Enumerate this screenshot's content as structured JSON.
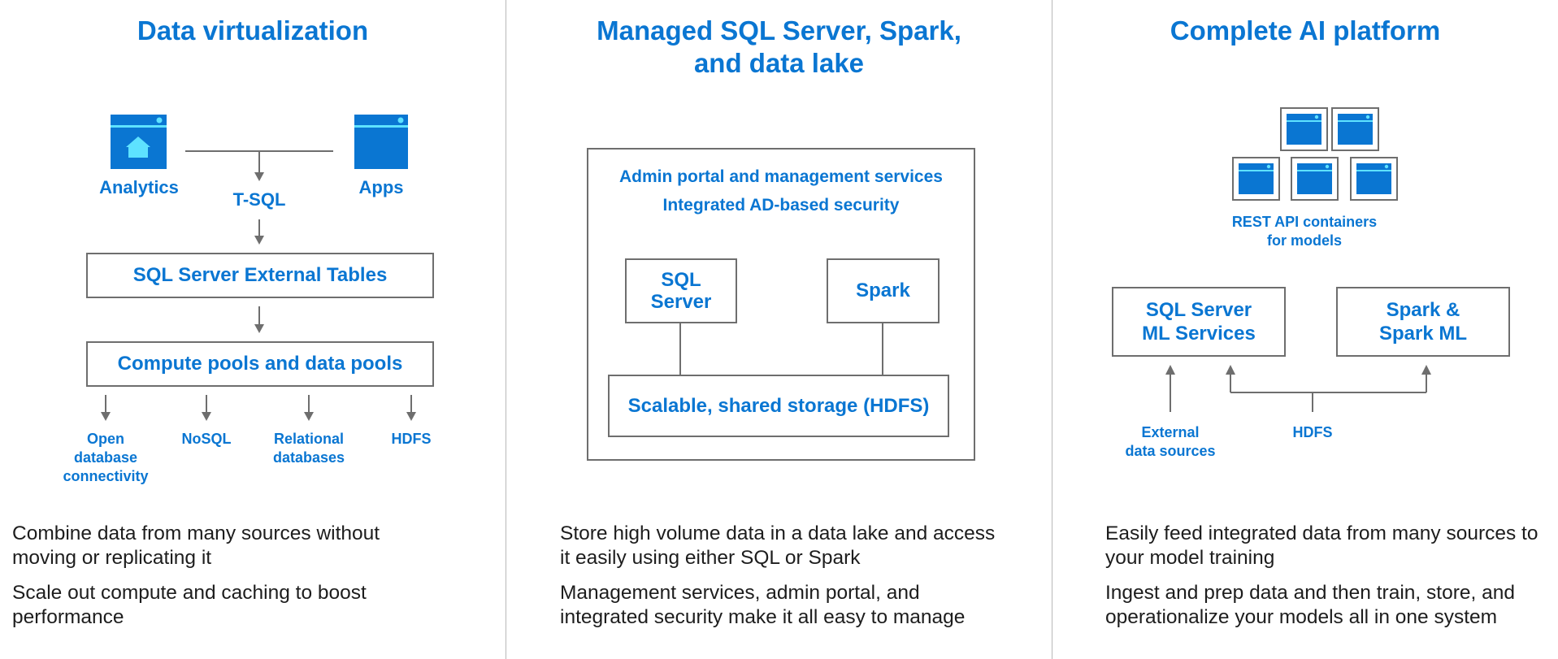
{
  "colors": {
    "accent": "#0a76d2",
    "line": "#6e6e6e",
    "text": "#1d1d1d",
    "icon_blue": "#0a76d2",
    "icon_highlight": "#5ee2ff"
  },
  "columns": [
    {
      "title": "Data virtualization",
      "diagram": {
        "icon_left": "analytics-window-icon",
        "icon_right": "apps-window-icon",
        "label_left": "Analytics",
        "label_center": "T-SQL",
        "label_right": "Apps",
        "box1": "SQL Server External Tables",
        "box2": "Compute pools and data pools",
        "outputs": [
          {
            "lines": [
              "Open",
              "database",
              "connectivity"
            ]
          },
          {
            "lines": [
              "NoSQL"
            ]
          },
          {
            "lines": [
              "Relational",
              "databases"
            ]
          },
          {
            "lines": [
              "HDFS"
            ]
          }
        ]
      },
      "bullets": [
        [
          "Combine data from many sources without",
          "moving or replicating it"
        ],
        [
          "Scale out compute and caching to boost",
          "performance"
        ]
      ]
    },
    {
      "title_lines": [
        "Managed SQL Server, Spark,",
        "and data lake"
      ],
      "diagram": {
        "frame_line1": "Admin portal and management services",
        "frame_line2": "Integrated AD-based security",
        "box_sql_lines": [
          "SQL",
          "Server"
        ],
        "box_spark": "Spark",
        "storage": "Scalable, shared storage (HDFS)"
      },
      "bullets": [
        [
          "Store high volume data in a data lake and access",
          "it easily using either SQL or Spark"
        ],
        [
          "Management services, admin portal, and",
          "integrated security make it all easy to manage"
        ]
      ]
    },
    {
      "title": "Complete AI platform",
      "diagram": {
        "container_icon": "container-window-icon",
        "containers_label_lines": [
          "REST API containers",
          "for models"
        ],
        "box_left_lines": [
          "SQL Server",
          "ML Services"
        ],
        "box_right_lines": [
          "Spark &",
          "Spark ML"
        ],
        "label_external_lines": [
          "External",
          "data sources"
        ],
        "label_hdfs": "HDFS"
      },
      "bullets": [
        [
          "Easily feed integrated data from many sources to",
          "your model training"
        ],
        [
          "Ingest and prep data and then train, store, and",
          "operationalize your models all in one system"
        ]
      ]
    }
  ]
}
